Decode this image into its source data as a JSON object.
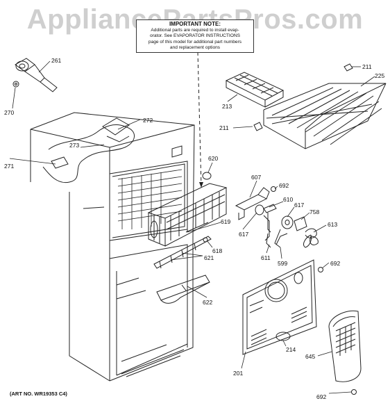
{
  "watermark": "AppliancePartsPros.com",
  "note": {
    "title": "IMPORTANT NOTE:",
    "body_line1": "Additional parts are required to install evap-",
    "body_line2": "orator. See EVAPORATOR INSTRUCTIONS",
    "body_line3": "page of this model for additional part numbers",
    "body_line4": "and replacement options"
  },
  "art_number": "(ART NO. WR19353 C4)",
  "callouts": {
    "p261": "261",
    "p270": "270",
    "p272": "272",
    "p273": "273",
    "p271": "271",
    "p213": "213",
    "p211a": "211",
    "p225": "225",
    "p211b": "211",
    "p620": "620",
    "p607": "607",
    "p692a": "692",
    "p610": "610",
    "p617a": "617",
    "p617b": "617",
    "p758": "758",
    "p613": "613",
    "p619": "619",
    "p618": "618",
    "p621": "621",
    "p611": "611",
    "p599": "599",
    "p692b": "692",
    "p622": "622",
    "p214": "214",
    "p645": "645",
    "p201": "201",
    "p692c": "692"
  },
  "colors": {
    "line": "#222222",
    "watermark": "#cfcfcf"
  }
}
